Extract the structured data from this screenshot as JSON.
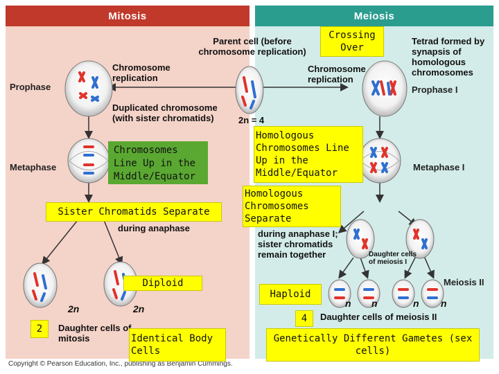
{
  "headers": {
    "mitosis": "Mitosis",
    "meiosis": "Meiosis"
  },
  "stages": {
    "prophase": "Prophase",
    "metaphase": "Metaphase",
    "prophase_i": "Prophase I",
    "metaphase_i": "Metaphase I",
    "meiosis_ii": "Meiosis II"
  },
  "labels": {
    "parent_cell": "Parent cell (before chromosome replication)",
    "chromosome_replication_left": "Chromosome replication",
    "chromosome_replication_right": "Chromosome replication",
    "duplicated_chromosome": "Duplicated chromosome (with sister chromatids)",
    "tetrad": "Tetrad formed by synapsis of homologous chromosomes",
    "during_anaphase": "during anaphase",
    "anaphase_i_note": "during anaphase I; sister chromatids remain together",
    "daughter_cells_meiosis_i": "Daughter cells of meiosis I",
    "daughter_cells_mitosis": "Daughter cells of mitosis",
    "daughter_cells_meiosis_ii": "Daughter cells of meiosis II",
    "ploidy_parent": "2n = 4",
    "n2_a": "2n",
    "n2_b": "2n",
    "n_1": "n",
    "n_2": "n",
    "n_3": "n",
    "n_4": "n",
    "copyright": "Copyright © Pearson Education, Inc., publishing as Benjamin Cummings."
  },
  "callouts": {
    "crossing_over": "Crossing Over",
    "chromosomes_line_up": "Chromosomes Line Up in the Middle/Equator",
    "sister_chromatids_separate": "Sister Chromatids Separate",
    "homologous_line_up": "Homologous Chromosomes Line Up in the Middle/Equator",
    "homologous_separate": "Homologous Chromosomes Separate",
    "diploid": "Diploid",
    "haploid": "Haploid",
    "two": "2",
    "four": "4",
    "identical_body_cells": "Identical Body Cells",
    "genetically_different": "Genetically Different Gametes (sex cells)"
  },
  "colors": {
    "mitosis_header": "#c0392b",
    "meiosis_header": "#2a9d8f",
    "mitosis_bg": "#f4d3c8",
    "meiosis_bg": "#d3ece9",
    "callout_yellow": "#ffff00",
    "callout_green": "#5aa832",
    "chromosome_red": "#e0332b",
    "chromosome_blue": "#2f6fd1"
  }
}
